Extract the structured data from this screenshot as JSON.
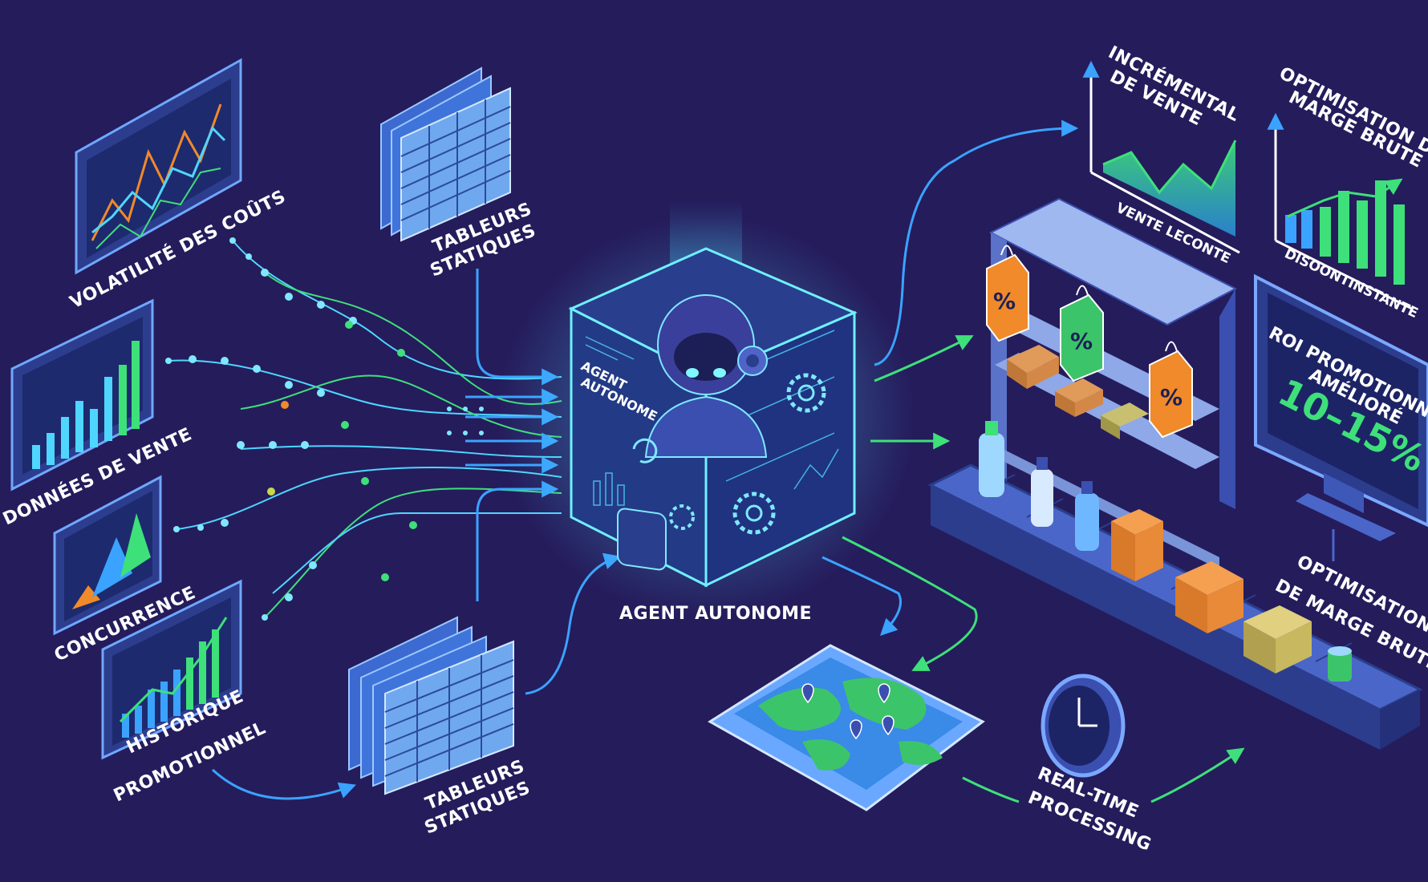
{
  "labels": {
    "volatility": "VOLATILITÉ DES COÛTS",
    "sales_data": "DONNÉES DE VENTE",
    "competition": "CONCURRENCE",
    "promo_history_1": "HISTORIQUE",
    "promo_history_2": "PROMOTIONNEL",
    "static_top_1": "TABLEURS",
    "static_top_2": "STATIQUES",
    "static_bottom_1": "TABLEURS",
    "static_bottom_2": "STATIQUES",
    "agent": "AGENT AUTONOME",
    "cube_agent_1": "AGENT",
    "cube_agent_2": "AUTONOME",
    "incremental_1": "INCRÉMENTAL",
    "incremental_2": "DE VENTE",
    "incremental_axis": "VENTE LECONTE",
    "margin_top_1": "OPTIMISATION DE",
    "margin_top_2": "MARGE BRUTE",
    "margin_axis": "DISOONTINSTANTE",
    "roi_1": "ROI PROMOTIONNEL",
    "roi_2": "AMÉLIORÉ",
    "roi_value": "10–15%",
    "margin_bottom_1": "OPTIMISATION",
    "margin_bottom_2": "DE MARGE BRUTE",
    "realtime_1": "REAL-TIME",
    "realtime_2": "PROCESSING",
    "tag_symbol": "%"
  },
  "colors": {
    "background": "#251c5c",
    "panel": "#2c3a8a",
    "cyan": "#4fd6ff",
    "green": "#3ee07a",
    "blue_arrow": "#3aa3ff",
    "orange": "#f08a2a",
    "tag_green": "#3cc46a"
  },
  "icons": [
    "robot-icon",
    "gear-icon",
    "refresh-icon",
    "clock-icon",
    "map-pin-icon",
    "price-tag-icon",
    "bottle-icon",
    "box-icon"
  ]
}
